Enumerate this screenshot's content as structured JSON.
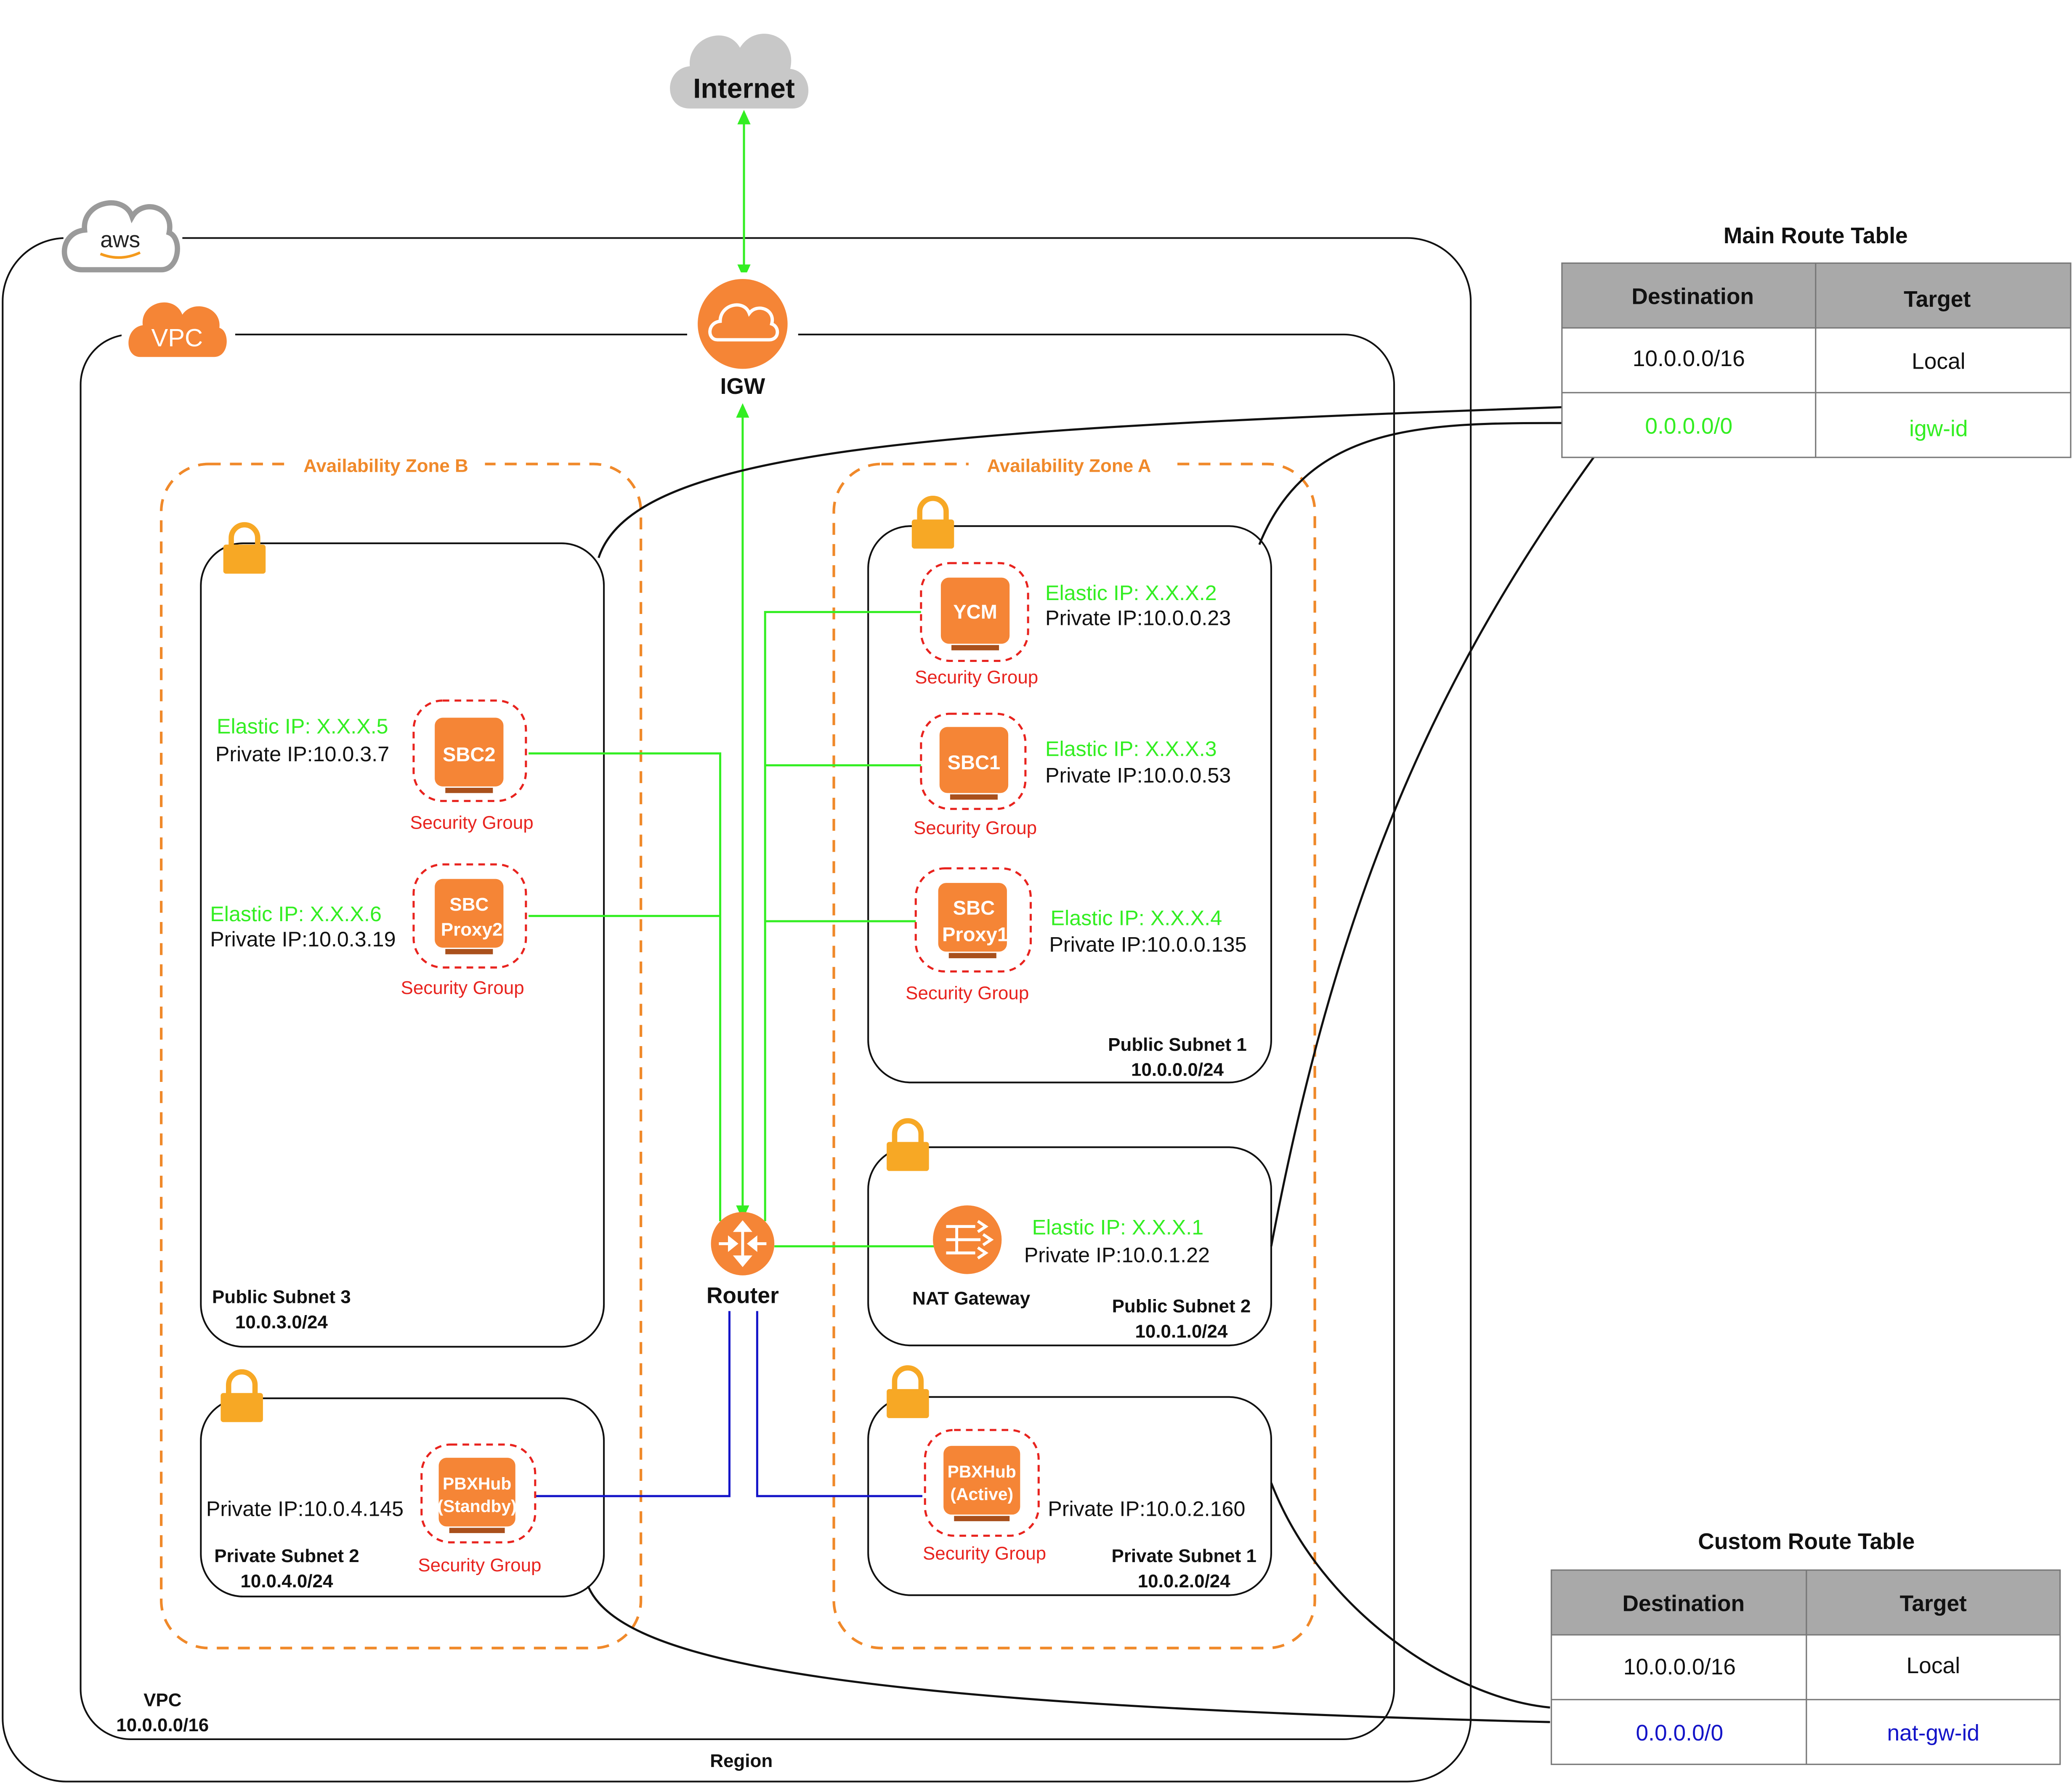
{
  "colors": {
    "green": "#33ee22",
    "red": "#e8231e",
    "orange": "#f58536",
    "zone_orange": "#f0892a",
    "lock_orange": "#f7a825",
    "blue": "#1414c8",
    "cloud_gray": "#c8c8c8",
    "header_gray": "#a9a9a9",
    "black": "#111111"
  },
  "internet": {
    "label": "Internet"
  },
  "aws": {
    "logo_text": "aws"
  },
  "vpc": {
    "logo_text": "VPC",
    "label": "VPC",
    "cidr": "10.0.0.0/16"
  },
  "region": {
    "label": "Region"
  },
  "igw": {
    "label": "IGW",
    "icon": "cloud-icon"
  },
  "router": {
    "label": "Router",
    "icon": "router-icon"
  },
  "zones": {
    "b": {
      "label": "Availability Zone B"
    },
    "a": {
      "label": "Availability Zone A"
    }
  },
  "subnets": {
    "public3": {
      "name": "Public Subnet 3",
      "cidr": "10.0.3.0/24"
    },
    "private2": {
      "name": "Private Subnet 2",
      "cidr": "10.0.4.0/24"
    },
    "public1": {
      "name": "Public Subnet 1",
      "cidr": "10.0.0.0/24"
    },
    "public2": {
      "name": "Public Subnet 2",
      "cidr": "10.0.1.0/24"
    },
    "private1": {
      "name": "Private Subnet 1",
      "cidr": "10.0.2.0/24"
    }
  },
  "instances": {
    "sbc2": {
      "line1": "SBC2",
      "line2": "",
      "elastic_ip": "Elastic IP: X.X.X.5",
      "private_ip": "Private IP:10.0.3.7",
      "sg": "Security Group"
    },
    "sbcproxy2": {
      "line1": "SBC",
      "line2": "Proxy2",
      "elastic_ip": "Elastic IP: X.X.X.6",
      "private_ip": "Private IP:10.0.3.19",
      "sg": "Security Group"
    },
    "pbxhub_standby": {
      "line1": "PBXHub",
      "line2": "(Standby)",
      "private_ip": "Private IP:10.0.4.145",
      "sg": "Security Group"
    },
    "ycm": {
      "line1": "YCM",
      "line2": "",
      "elastic_ip": "Elastic IP: X.X.X.2",
      "private_ip": "Private IP:10.0.0.23",
      "sg": "Security Group"
    },
    "sbc1": {
      "line1": "SBC1",
      "line2": "",
      "elastic_ip": "Elastic IP: X.X.X.3",
      "private_ip": "Private IP:10.0.0.53",
      "sg": "Security Group"
    },
    "sbcproxy1": {
      "line1": "SBC",
      "line2": "Proxy1",
      "elastic_ip": "Elastic IP: X.X.X.4",
      "private_ip": "Private IP:10.0.0.135",
      "sg": "Security Group"
    },
    "pbxhub_active": {
      "line1": "PBXHub",
      "line2": "(Active)",
      "private_ip": "Private IP:10.0.2.160",
      "sg": "Security Group"
    }
  },
  "nat": {
    "label": "NAT Gateway",
    "elastic_ip": "Elastic IP: X.X.X.1",
    "private_ip": "Private IP:10.0.1.22",
    "icon": "nat-gateway-icon"
  },
  "main_route_table": {
    "title": "Main Route Table",
    "headers": [
      "Destination",
      "Target"
    ],
    "rows": [
      {
        "destination": "10.0.0.0/16",
        "target": "Local"
      },
      {
        "destination": "0.0.0.0/0",
        "target": "igw-id"
      }
    ]
  },
  "custom_route_table": {
    "title": "Custom Route Table",
    "headers": [
      "Destination",
      "Target"
    ],
    "rows": [
      {
        "destination": "10.0.0.0/16",
        "target": "Local"
      },
      {
        "destination": "0.0.0.0/0",
        "target": "nat-gw-id"
      }
    ]
  }
}
